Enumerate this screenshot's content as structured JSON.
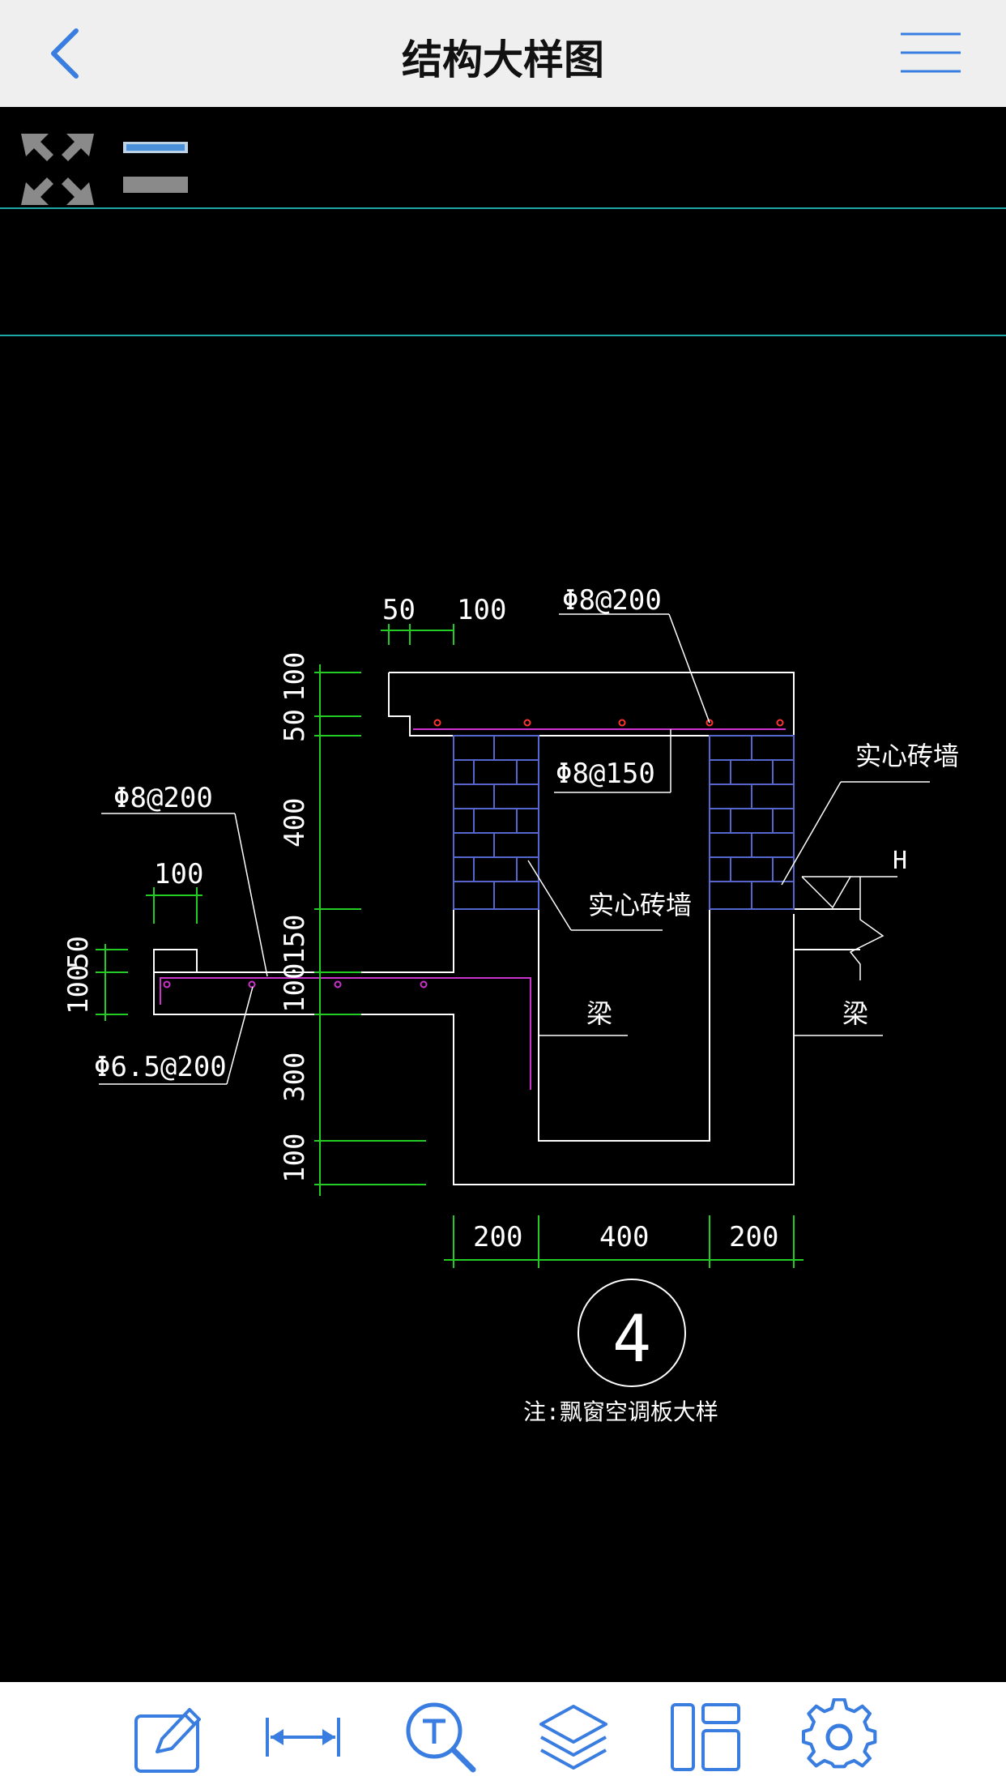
{
  "header": {
    "title": "结构大样图"
  },
  "icons": {
    "back": "chevron-left-icon",
    "menu": "hamburger-menu-icon",
    "fullscreen": "expand-arrows-icon",
    "layer_toggle": "layer-toggle-icon"
  },
  "drawing": {
    "top_dims": [
      "50",
      "100"
    ],
    "left_dims_upper": [
      "100",
      "50",
      "400",
      "150",
      "100",
      "300",
      "100"
    ],
    "left_small_dims": [
      "100",
      "50"
    ],
    "left_span_dim": "100",
    "bottom_dims": [
      "200",
      "400",
      "200"
    ],
    "label_top_rebar": "Φ8@200",
    "label_mid_rebar": "Φ8@150",
    "label_left_rebar": "Φ8@200",
    "label_left_lower_rebar": "Φ6.5@200",
    "label_brick_right": "实心砖墙",
    "label_brick_center": "实心砖墙",
    "label_beam_center": "梁",
    "label_beam_right": "梁",
    "label_level": "H",
    "detail_number": "4",
    "note": "注:飘窗空调板大样"
  },
  "toolbar": {
    "items": [
      "edit-icon",
      "measure-icon",
      "text-search-icon",
      "layers-icon",
      "layout-icon",
      "settings-icon"
    ]
  },
  "colors": {
    "accent": "#3a7de0",
    "outline": "#ffffff",
    "dimension": "#22cc22",
    "rebar": "#cc33cc",
    "rebar_dot": "#ff3333",
    "brick": "#5566cc",
    "guide": "#1fa6a6"
  }
}
